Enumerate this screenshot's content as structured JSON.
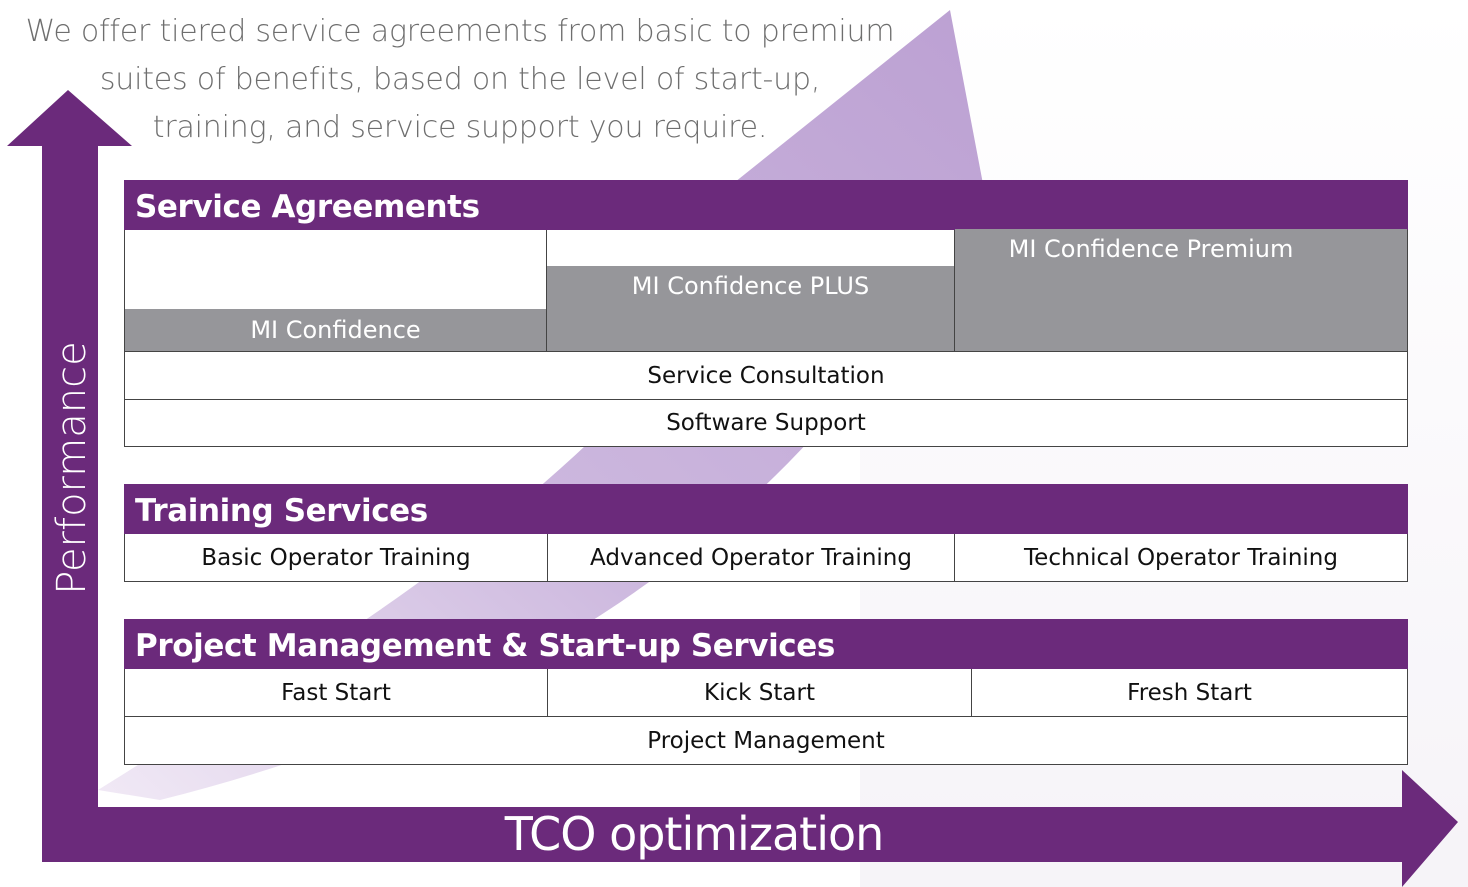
{
  "intro": {
    "line1": "We offer tiered service agreements from basic to premium",
    "line2": "suites of benefits, based on the level of start-up,",
    "line3": "training, and service support you require."
  },
  "axes": {
    "y_label": "Performance",
    "x_label": "TCO optimization"
  },
  "colors": {
    "brand_purple": "#6b2a7b",
    "tier_gray": "#96969a",
    "light_arrow": "#c5b0d8"
  },
  "service_agreements": {
    "title": "Service Agreements",
    "tiers": [
      {
        "label": "MI Confidence"
      },
      {
        "label": "MI Confidence PLUS"
      },
      {
        "label": "MI Confidence Premium"
      }
    ],
    "rows": [
      "Service Consultation",
      "Software Support"
    ]
  },
  "training_services": {
    "title": "Training Services",
    "items": [
      "Basic Operator Training",
      "Advanced Operator Training",
      "Technical Operator Training"
    ]
  },
  "project_management": {
    "title": "Project Management & Start-up Services",
    "items": [
      "Fast Start",
      "Kick Start",
      "Fresh Start"
    ],
    "rows": [
      "Project Management"
    ]
  }
}
